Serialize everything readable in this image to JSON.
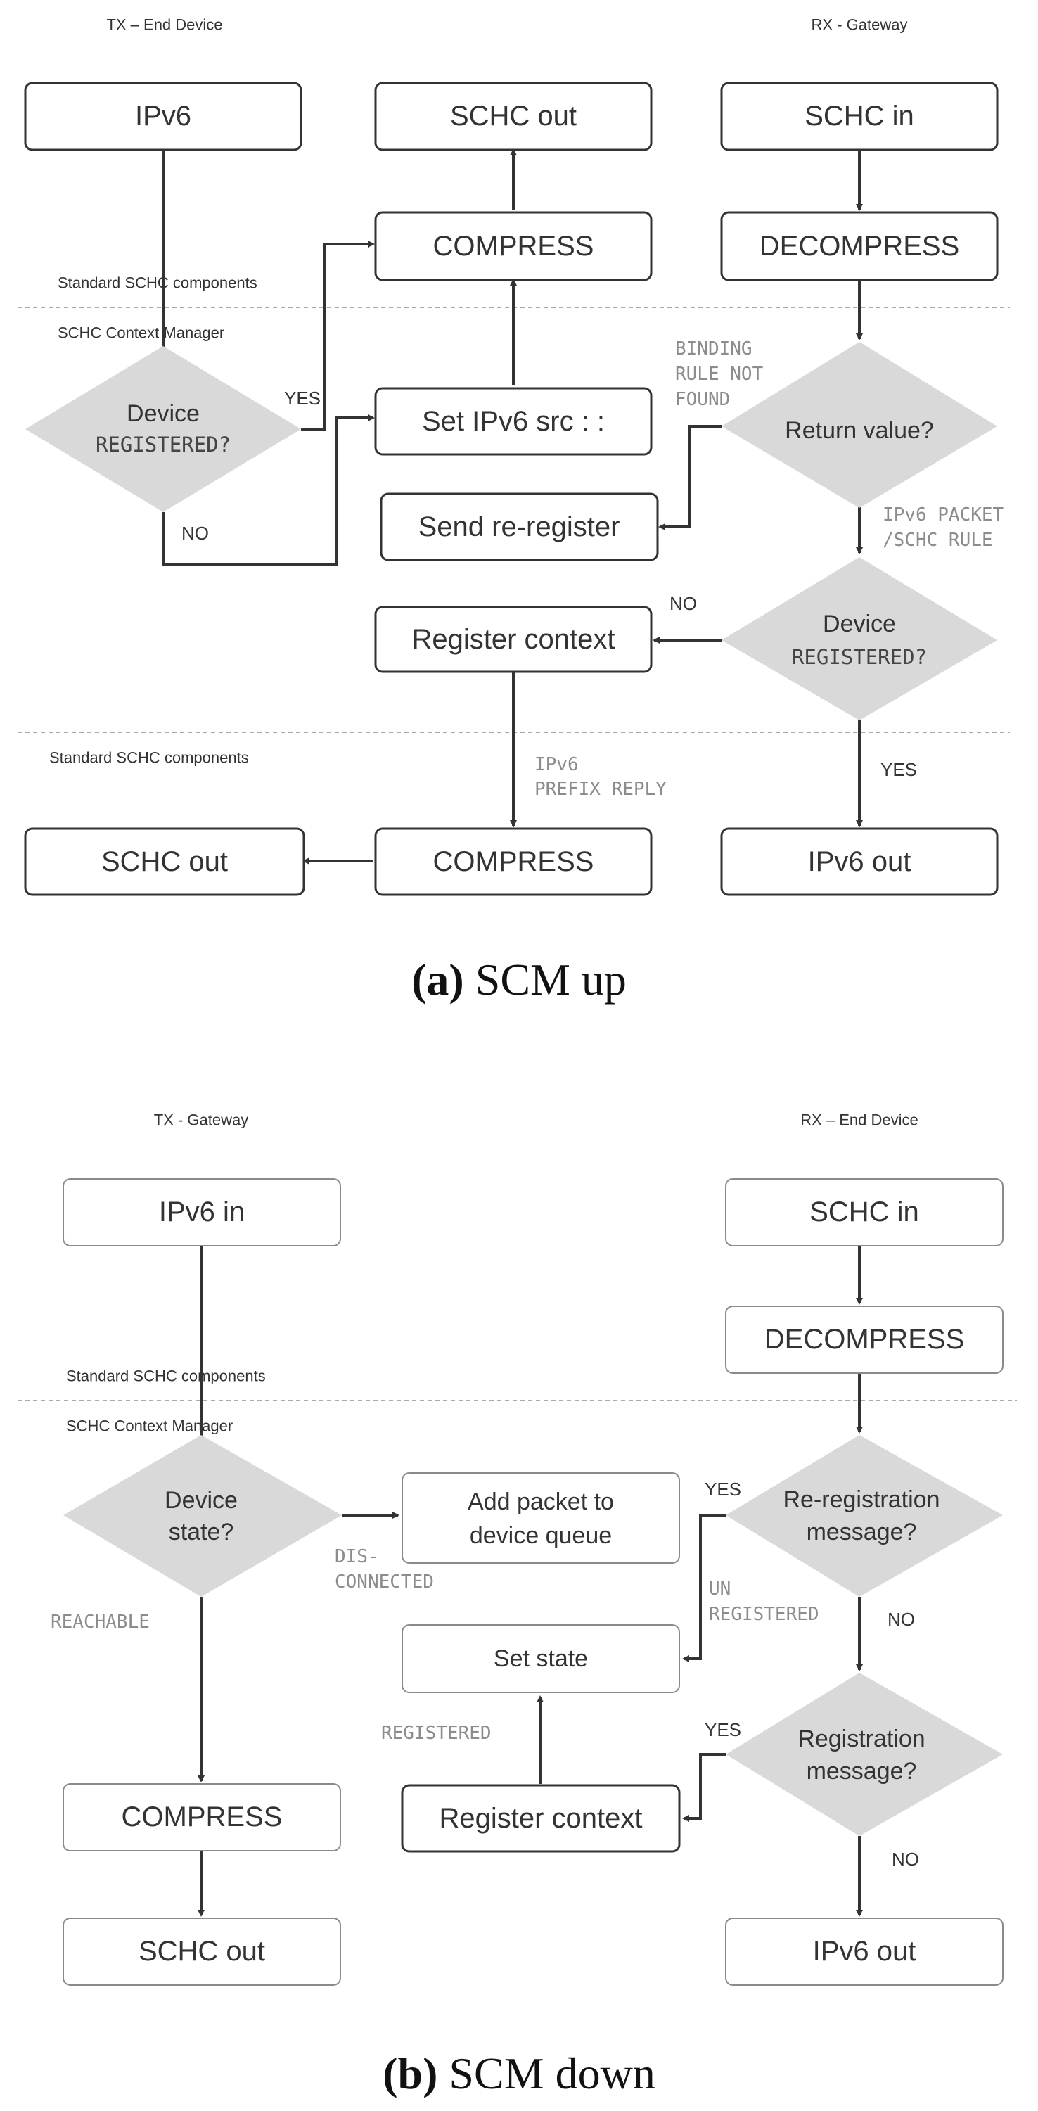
{
  "panel_a": {
    "lane_tx": "TX – End Device",
    "lane_rx": "RX - Gateway",
    "section_standard_top": "Standard SCHC components",
    "section_manager": "SCHC Context Manager",
    "section_standard_bottom": "Standard SCHC components",
    "nodes": {
      "ipv6": "IPv6",
      "schc_out_top": "SCHC out",
      "schc_in": "SCHC in",
      "compress_top": "COMPRESS",
      "decompress": "DECOMPRESS",
      "device_registered_line1": "Device",
      "device_registered_line2": "REGISTERED?",
      "set_ipv6_src": "Set IPv6 src : :",
      "return_value": "Return value?",
      "send_reregister": "Send re-register",
      "register_context": "Register context",
      "device_registered_rx_line1": "Device",
      "device_registered_rx_line2": "REGISTERED?",
      "schc_out_bottom": "SCHC out",
      "compress_bottom": "COMPRESS",
      "ipv6_out": "IPv6 out"
    },
    "edges": {
      "yes_1": "YES",
      "no_1": "NO",
      "binding_line1": "BINDING",
      "binding_line2": "RULE NOT",
      "binding_line3": "FOUND",
      "ipv6_packet_line1": "IPv6 PACKET",
      "ipv6_packet_line2": "/SCHC RULE",
      "no_2": "NO",
      "yes_2": "YES",
      "prefix_line1": "IPv6",
      "prefix_line2": "PREFIX REPLY"
    },
    "caption_label": "(a)",
    "caption_text": " SCM up"
  },
  "panel_b": {
    "lane_tx": "TX - Gateway",
    "lane_rx": "RX – End Device",
    "section_standard": "Standard SCHC components",
    "section_manager": "SCHC Context Manager",
    "nodes": {
      "ipv6_in": "IPv6 in",
      "schc_in": "SCHC in",
      "decompress": "DECOMPRESS",
      "device_state_line1": "Device",
      "device_state_line2": "state?",
      "add_packet_line1": "Add packet to",
      "add_packet_line2": "device queue",
      "rereg_line1": "Re-registration",
      "rereg_line2": "message?",
      "set_state": "Set state",
      "reg_line1": "Registration",
      "reg_line2": "message?",
      "register_context": "Register context",
      "compress": "COMPRESS",
      "schc_out": "SCHC out",
      "ipv6_out": "IPv6 out"
    },
    "edges": {
      "disconnected_line1": "DIS-",
      "disconnected_line2": "CONNECTED",
      "reachable": "REACHABLE",
      "yes_1": "YES",
      "unregistered_line1": "UN",
      "unregistered_line2": "REGISTERED",
      "no_1": "NO",
      "registered": "REGISTERED",
      "yes_2": "YES",
      "no_2": "NO"
    },
    "caption_label": "(b)",
    "caption_text": " SCM down"
  }
}
